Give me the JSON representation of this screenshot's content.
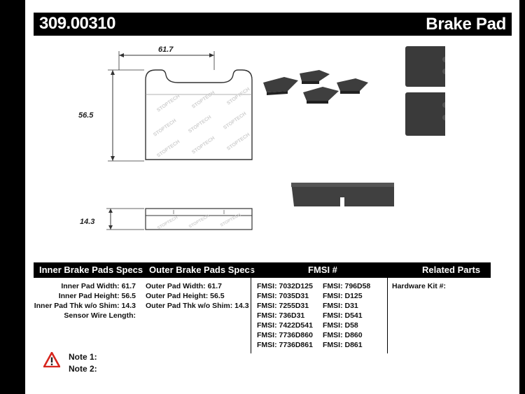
{
  "header": {
    "part_number": "309.00310",
    "product_type": "Brake Pad"
  },
  "drawing": {
    "width_dim": "61.7",
    "height_dim": "56.5",
    "thickness_dim": "14.3"
  },
  "table": {
    "headers": {
      "inner": "Inner Brake Pads Specs",
      "outer": "Outer Brake Pads Specs",
      "fmsi": "FMSI #",
      "related": "Related Parts"
    },
    "inner_specs": [
      "Inner Pad Width: 61.7",
      "Inner Pad Height: 56.5",
      "Inner Pad Thk w/o Shim: 14.3",
      "Sensor Wire Length:"
    ],
    "outer_specs": [
      "Outer Pad Width: 61.7",
      "Outer Pad Height: 56.5",
      "Outer Pad Thk w/o Shim: 14.3"
    ],
    "fmsi_left": [
      "FMSI: 7032D125",
      "FMSI: 7035D31",
      "FMSI: 7255D31",
      "FMSI: 736D31",
      "FMSI: 7422D541",
      "FMSI: 7736D860",
      "FMSI: 7736D861"
    ],
    "fmsi_right": [
      "FMSI: 796D58",
      "FMSI: D125",
      "FMSI: D31",
      "FMSI: D541",
      "FMSI: D58",
      "FMSI: D860",
      "FMSI: D861"
    ],
    "related": [
      "Hardware Kit #:"
    ]
  },
  "notes": {
    "note1": "Note 1:",
    "note2": "Note 2:"
  },
  "colors": {
    "header_bg": "#000000",
    "warning_red": "#d7261e",
    "pad_dark": "#3a3a3a",
    "pad_light": "#b9b9b9"
  }
}
